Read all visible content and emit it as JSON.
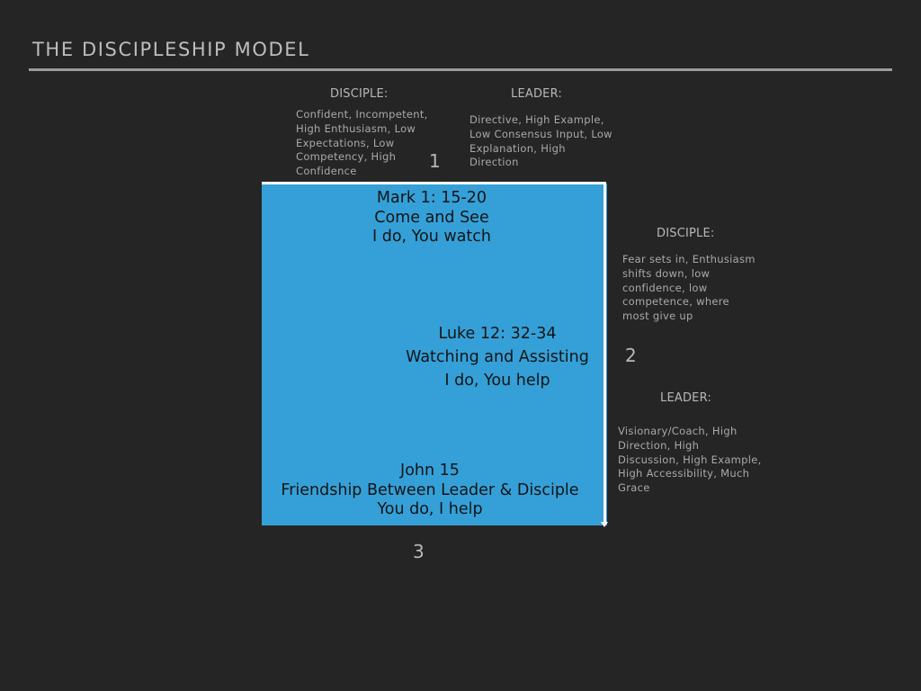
{
  "page": {
    "title": "THE DISCIPLESHIP MODEL"
  },
  "phase1": {
    "number": "1",
    "disciple_heading": "DISCIPLE:",
    "disciple_text": "Confident, Incompetent, High Enthusiasm, Low Expectations, Low Competency, High Confidence",
    "leader_heading": "LEADER:",
    "leader_text": "Directive, High Example, Low Consensus Input, Low Explanation, High Direction"
  },
  "phase2": {
    "number": "2",
    "disciple_heading": "DISCIPLE:",
    "disciple_text": "Fear sets in, Enthusiasm shifts down, low confidence, low competence, where most give up",
    "leader_heading": "LEADER:",
    "leader_text": "Visionary/Coach, High Direction, High Discussion, High Example, High Accessibility, Much Grace"
  },
  "phase3": {
    "number": "3"
  },
  "stages": [
    {
      "reference": "Mark 1: 15-20",
      "phrase": "Come and See",
      "roles": "I do, You watch"
    },
    {
      "reference": "Luke 12: 32-34",
      "phrase": "Watching and Assisting",
      "roles": "I do, You help"
    },
    {
      "reference": "John 15",
      "phrase": "Friendship Between Leader & Disciple",
      "roles": "You do, I help"
    }
  ],
  "colors": {
    "background": "#252525",
    "stage_box": "#35a0d8",
    "arrow": "#ffffff",
    "text_muted": "#b8b8b8",
    "stage_text": "#141414"
  }
}
